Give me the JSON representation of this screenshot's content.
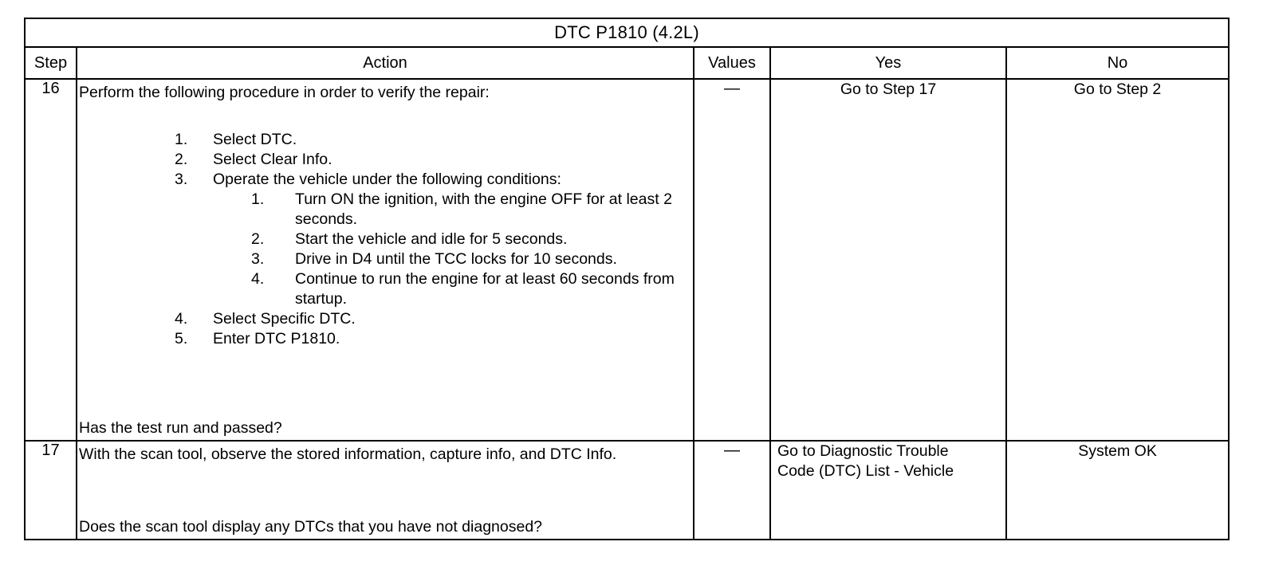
{
  "document": {
    "title": "DTC P1810 (4.2L)"
  },
  "table": {
    "headers": {
      "step": "Step",
      "action": "Action",
      "values": "Values",
      "yes": "Yes",
      "no": "No"
    },
    "rows": [
      {
        "step": "16",
        "action": {
          "intro": "Perform the following procedure in order to verify the repair:",
          "steps": [
            {
              "marker": "1.",
              "text": "Select DTC."
            },
            {
              "marker": "2.",
              "text": "Select Clear Info."
            },
            {
              "marker": "3.",
              "text": "Operate the vehicle under the following conditions:",
              "substeps": [
                {
                  "marker": "1.",
                  "text": "Turn ON the ignition, with the engine OFF for at least 2 seconds."
                },
                {
                  "marker": "2.",
                  "text": "Start the vehicle and idle for 5 seconds."
                },
                {
                  "marker": "3.",
                  "text": "Drive in D4 until the TCC locks for 10 seconds."
                },
                {
                  "marker": "4.",
                  "text": "Continue to run the engine for at least 60 seconds from startup."
                }
              ]
            },
            {
              "marker": "4.",
              "text": "Select Specific DTC."
            },
            {
              "marker": "5.",
              "text": "Enter DTC P1810."
            }
          ],
          "question": "Has the test run and passed?"
        },
        "values": "—",
        "yes": "Go to Step 17",
        "no": "Go to Step 2"
      },
      {
        "step": "17",
        "action": {
          "statement": "With the scan tool, observe the stored information, capture info, and DTC Info.",
          "question": "Does the scan tool display any DTCs that you have not diagnosed?"
        },
        "values": "—",
        "yes_line1": "Go to Diagnostic Trouble",
        "yes_line2": "Code (DTC) List - Vehicle",
        "no": "System OK"
      }
    ]
  }
}
